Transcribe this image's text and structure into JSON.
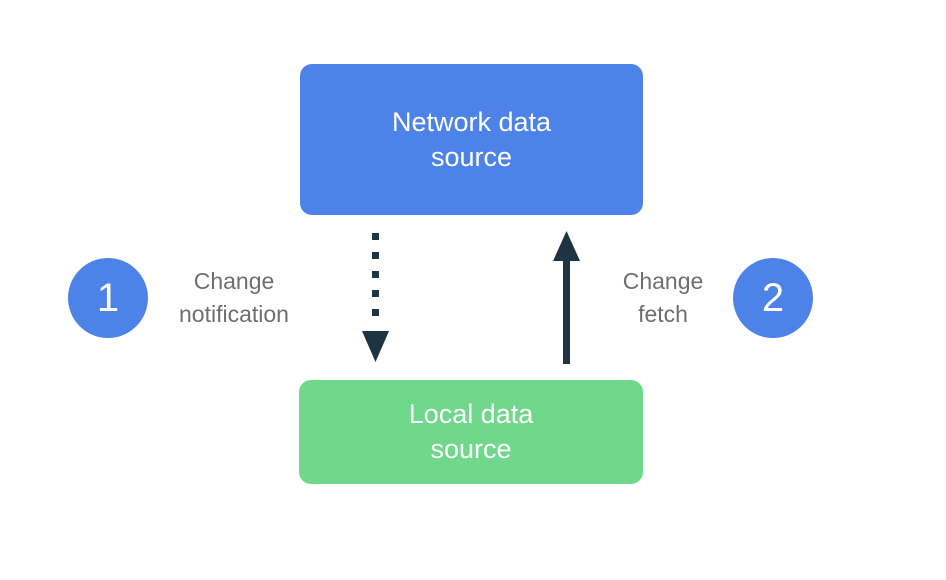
{
  "colors": {
    "canvas_bg": "#FFFFFF",
    "node_blue": "#4D82E8",
    "node_green": "#6FD88B",
    "node_text": "#FFFFFF",
    "badge_blue": "#4D82E8",
    "badge_text": "#FFFFFF",
    "arrow": "#1E3443",
    "label_text": "#6E6E6E"
  },
  "nodes": {
    "network": {
      "label": "Network data source",
      "lines": [
        "Network data",
        "source"
      ]
    },
    "local": {
      "label": "Local data source",
      "lines": [
        "Local data",
        "source"
      ]
    }
  },
  "steps": [
    {
      "number": "1",
      "label": "Change notification",
      "lines": [
        "Change",
        "notification"
      ],
      "arrow_style": "dotted",
      "arrow_direction": "down"
    },
    {
      "number": "2",
      "label": "Change fetch",
      "lines": [
        "Change",
        "fetch"
      ],
      "arrow_style": "solid",
      "arrow_direction": "up"
    }
  ]
}
